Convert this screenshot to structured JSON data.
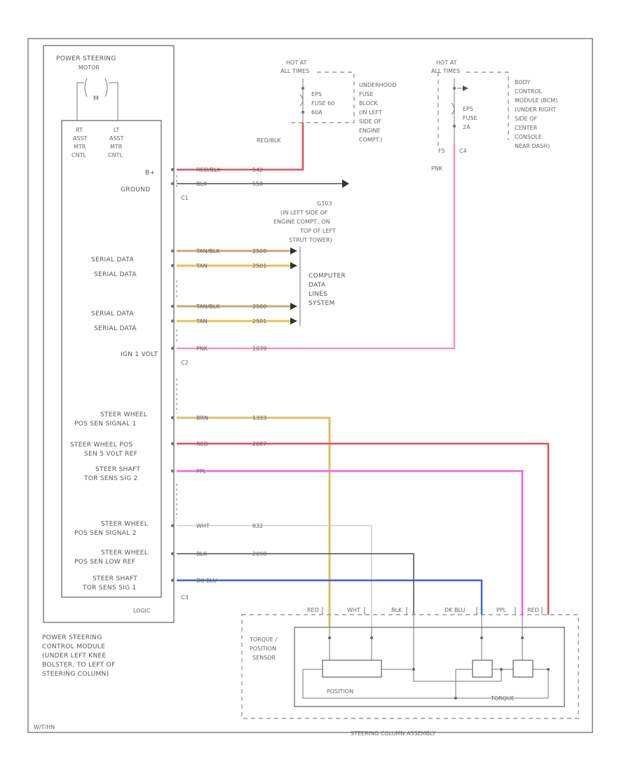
{
  "module": {
    "motor_title": [
      "POWER STEERING",
      "MOTOR"
    ],
    "motor_symbol": "M",
    "motor_ctrl_rt": [
      "RT",
      "ASST",
      "MTR",
      "CNTL"
    ],
    "motor_ctrl_lt": [
      "LT",
      "ASST",
      "MTR",
      "CNTL"
    ],
    "logic_label": "LOGIC",
    "pin_labels": {
      "bplus": "B+",
      "ground": "GROUND",
      "serial1": "SERIAL DATA",
      "serial2": "SERIAL DATA",
      "serial3": "SERIAL DATA",
      "serial4": "SERIAL DATA",
      "ign": "IGN 1 VOLT",
      "s1": [
        "STEER WHEEL",
        "POS SEN SIGNAL 1"
      ],
      "s2": [
        "STEER WHEEL POS",
        "SEN 5 VOLT REF"
      ],
      "s3": [
        "STEER SHAFT",
        "TOR SENS SIG 2"
      ],
      "s4": [
        "STEER WHEEL",
        "POS SEN SIGNAL 2"
      ],
      "s5": [
        "STEER WHEEL",
        "POS SEN LOW REF"
      ],
      "s6": [
        "STEER SHAFT",
        "TOR SENS SIG 1"
      ]
    },
    "connectors": {
      "c1": "C1",
      "c2": "C2",
      "c3": "C3"
    },
    "location": [
      "POWER STEERING",
      "CONTROL MODULE",
      "(UNDER LEFT KNEE",
      "BOLSTER, TO LEFT OF",
      "STEERING COLUMN)"
    ]
  },
  "fuses": {
    "left_hot": [
      "HOT AT",
      "ALL TIMES"
    ],
    "left_fuse": [
      "EPS",
      "FUSE 60",
      "60A"
    ],
    "left_block": [
      "UNDERHOOD",
      "FUSE",
      "BLOCK",
      "(IN LEFT",
      "SIDE OF",
      "ENGINE",
      "COMPT.)"
    ],
    "right_hot": [
      "HOT AT",
      "ALL TIMES"
    ],
    "right_fuse": [
      "EPS",
      "FUSE",
      "2A"
    ],
    "right_block": [
      "BODY",
      "CONTROL",
      "MODULE (BCM)",
      "(UNDER RIGHT",
      "SIDE OF",
      "CENTER",
      "CONSOLE",
      "NEAR DASH)"
    ],
    "pin_f5": "F5",
    "pin_c4": "C4"
  },
  "wires": {
    "red_blk": "RED/BLK",
    "pnk": "PNK",
    "bplus": {
      "color": "RED/BLK",
      "circuit": "542"
    },
    "ground": {
      "color": "BLK",
      "circuit": "550"
    },
    "ser1": {
      "color": "TAN/BLK",
      "circuit": "2500"
    },
    "ser2": {
      "color": "TAN",
      "circuit": "2501"
    },
    "ser3": {
      "color": "TAN/BLK",
      "circuit": "2500"
    },
    "ser4": {
      "color": "TAN",
      "circuit": "2501"
    },
    "ign": {
      "color": "PNK",
      "circuit": "1039"
    },
    "w1": {
      "color": "BRN",
      "circuit": "1333"
    },
    "w2": {
      "color": "RED",
      "circuit": "2087"
    },
    "w3": {
      "color": "PPL",
      "circuit": ""
    },
    "w4": {
      "color": "WHT",
      "circuit": "832"
    },
    "w5": {
      "color": "BLK",
      "circuit": "2098"
    },
    "w6": {
      "color": "DK BLU",
      "circuit": ""
    }
  },
  "g103": [
    "G103",
    "(IN LEFT SIDE OF",
    "ENGINE COMPT., ON",
    "TOP OF LEFT",
    "STRUT TOWER)"
  ],
  "data_link": [
    "COMPUTER",
    "DATA",
    "LINES",
    "SYSTEM"
  ],
  "sensor": {
    "title": [
      "TORQUE /",
      "POSITION",
      "SENSOR"
    ],
    "pins": [
      "RED",
      "WHT",
      "BLK",
      "DK BLU",
      "PPL",
      "RED"
    ],
    "position_label": "POSITION",
    "torque_label": "TORQUE",
    "assembly": "STEERING COLUMN ASSEMBLY"
  },
  "code": "W/T/HN"
}
